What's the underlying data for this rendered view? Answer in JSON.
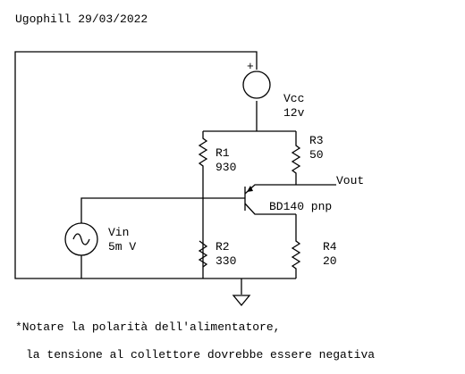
{
  "header": {
    "author_date": "Ugophill 29/03/2022"
  },
  "vcc": {
    "polarity": "+",
    "name": "Vcc",
    "value": "12v"
  },
  "r1": {
    "name": "R1",
    "value": "930"
  },
  "r2": {
    "name": "R2",
    "value": "330"
  },
  "r3": {
    "name": "R3",
    "value": "50"
  },
  "r4": {
    "name": "R4",
    "value": "20"
  },
  "vin": {
    "name": "Vin",
    "value": "5m V"
  },
  "transistor": {
    "label": "BD140 pnp"
  },
  "output": {
    "label": "Vout"
  },
  "notes": {
    "line1": "*Notare la polarità dell'alimentatore,",
    "line2": "la tensione al collettore dovrebbe essere negativa"
  }
}
